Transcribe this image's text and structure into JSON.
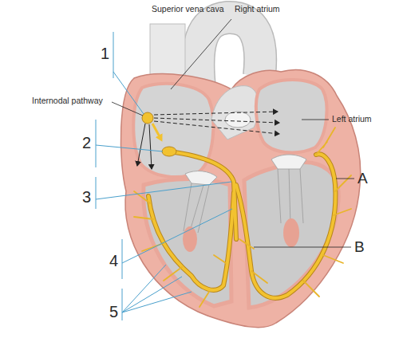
{
  "diagram": {
    "labels": [
      "Superior vena cava",
      "Right atrium",
      "1",
      "Internodal pathway",
      "Left atrium",
      "2",
      "3",
      "A",
      "B",
      "4",
      "5"
    ]
  }
}
